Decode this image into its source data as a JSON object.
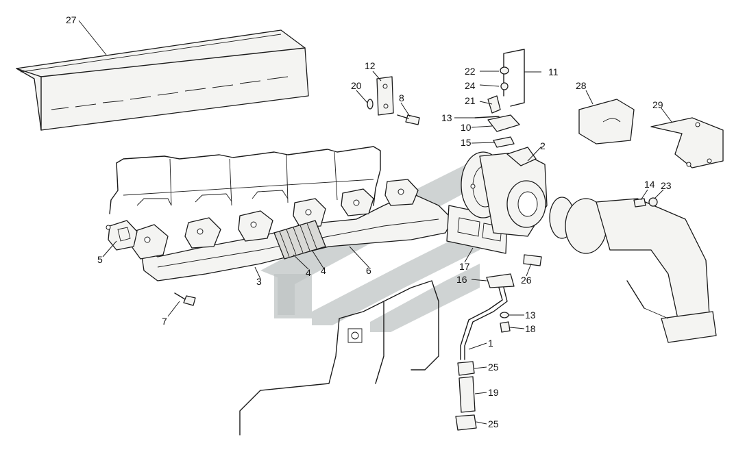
{
  "diagram": {
    "callouts": [
      {
        "id": "c27",
        "label": "27"
      },
      {
        "id": "c12",
        "label": "12"
      },
      {
        "id": "c20",
        "label": "20"
      },
      {
        "id": "c8",
        "label": "8"
      },
      {
        "id": "c22",
        "label": "22"
      },
      {
        "id": "c24",
        "label": "24"
      },
      {
        "id": "c11",
        "label": "11"
      },
      {
        "id": "c21",
        "label": "21"
      },
      {
        "id": "c13a",
        "label": "13"
      },
      {
        "id": "c10",
        "label": "10"
      },
      {
        "id": "c15",
        "label": "15"
      },
      {
        "id": "c2",
        "label": "2"
      },
      {
        "id": "c28",
        "label": "28"
      },
      {
        "id": "c29",
        "label": "29"
      },
      {
        "id": "c14",
        "label": "14"
      },
      {
        "id": "c23",
        "label": "23"
      },
      {
        "id": "c5",
        "label": "5"
      },
      {
        "id": "c3",
        "label": "3"
      },
      {
        "id": "c4a",
        "label": "4"
      },
      {
        "id": "c4b",
        "label": "4"
      },
      {
        "id": "c6",
        "label": "6"
      },
      {
        "id": "c17",
        "label": "17"
      },
      {
        "id": "c26",
        "label": "26"
      },
      {
        "id": "c16",
        "label": "16"
      },
      {
        "id": "c7",
        "label": "7"
      },
      {
        "id": "c13b",
        "label": "13"
      },
      {
        "id": "c18",
        "label": "18"
      },
      {
        "id": "c1",
        "label": "1"
      },
      {
        "id": "c25a",
        "label": "25"
      },
      {
        "id": "c19",
        "label": "19"
      },
      {
        "id": "c25b",
        "label": "25"
      }
    ]
  }
}
